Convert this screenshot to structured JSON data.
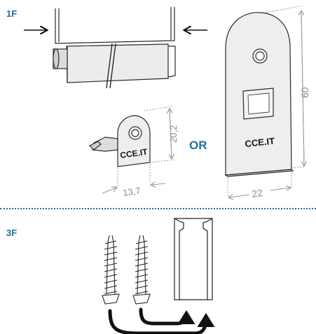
{
  "labels": {
    "section_1": "1F",
    "section_3": "3F",
    "or": "OR"
  },
  "parts": {
    "small_bracket": {
      "brand": "CCE.IT",
      "height": "20,2",
      "width": "13,7"
    },
    "large_plate": {
      "brand": "CCE.IT",
      "height": "60",
      "width": "22"
    }
  },
  "colors": {
    "label_blue": "#1f6f9f",
    "line": "#2a2a2a",
    "dimension": "#9a9a9a",
    "part_fill": "#e9e9e9"
  }
}
